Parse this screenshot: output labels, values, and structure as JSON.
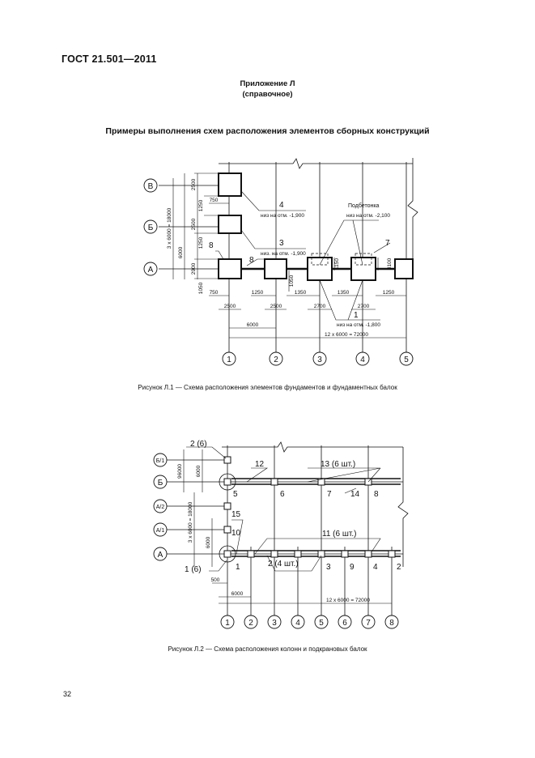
{
  "header": {
    "doc_code": "ГОСТ 21.501—2011",
    "annex_title": "Приложение Л",
    "annex_note": "(справочное)",
    "section_title": "Примеры выполнения схем расположения элементов сборных конструкций",
    "page_number": "32"
  },
  "figure1": {
    "caption": "Рисунок Л.1 — Схема расположения элементов фундаментов и фундаментных балок",
    "row_axes": [
      "В",
      "Б",
      "А"
    ],
    "col_axes": [
      "1",
      "2",
      "3",
      "4",
      "5"
    ],
    "dim_total_rows": "3 x 6000 = 18000",
    "dim_6000_left": "6000",
    "dim_2500_top": "2500",
    "dim_750_top": "750",
    "dim_1250_a": "1250",
    "dim_2500_mid": "2500",
    "dim_1250_b": "1250",
    "dim_2900": "2900",
    "dim_1050_left": "1050",
    "dim_750_bottom": "750",
    "dim_2500_b1": "2500",
    "dim_1250_c": "1250",
    "dim_2500_b2": "2500",
    "dim_1050_mid": "1050",
    "dim_1350_a": "1350",
    "dim_1350_b": "1350",
    "dim_1250_d": "1250",
    "dim_2700_a": "2700",
    "dim_2700_b": "2700",
    "dim_1150": "1150",
    "dim_3100": "3100",
    "dim_6000_bottom": "6000",
    "dim_total_cols": "12 x 6000 = 72000",
    "label_4": "4",
    "note_4": "низ  на отм. -1,900",
    "label_3": "3",
    "note_3": "низ. на отм. -1,900",
    "label_8a": "8",
    "label_8b": "8",
    "label_7": "7",
    "label_1": "1",
    "note_1": "низ на отм. -1,800",
    "podbetonka": "Подбетонка",
    "note_podb": "низ на отм. -2,100"
  },
  "figure2": {
    "caption": "Рисунок Л.2 — Схема расположения колонн и подкрановых балок",
    "row_axes": [
      "Б/1",
      "Б",
      "А/2",
      "А/1",
      "А"
    ],
    "col_axes": [
      "1",
      "2",
      "3",
      "4",
      "5",
      "6",
      "7",
      "8"
    ],
    "dim_96000": "96000",
    "dim_6000_top": "6000",
    "dim_total_rows": "3 x 6000 = 18000",
    "dim_6000_low": "6000",
    "dim_500": "500",
    "dim_6000_bottom": "6000",
    "dim_total_cols": "12 x 6000 = 72000",
    "lbl_2_6": "2 (6)",
    "lbl_12": "12",
    "lbl_13": "13 (6 шт.)",
    "lbl_5": "5",
    "lbl_6": "6",
    "lbl_7": "7",
    "lbl_14": "14",
    "lbl_8": "8",
    "lbl_15": "15",
    "lbl_10": "10",
    "lbl_11": "11 (6 шт.)",
    "lbl_1": "1",
    "lbl_2_4": "2 (4 шт.)",
    "lbl_3": "3",
    "lbl_9": "9",
    "lbl_4": "4",
    "lbl_2": "2",
    "lbl_1_6": "1 (6)"
  }
}
